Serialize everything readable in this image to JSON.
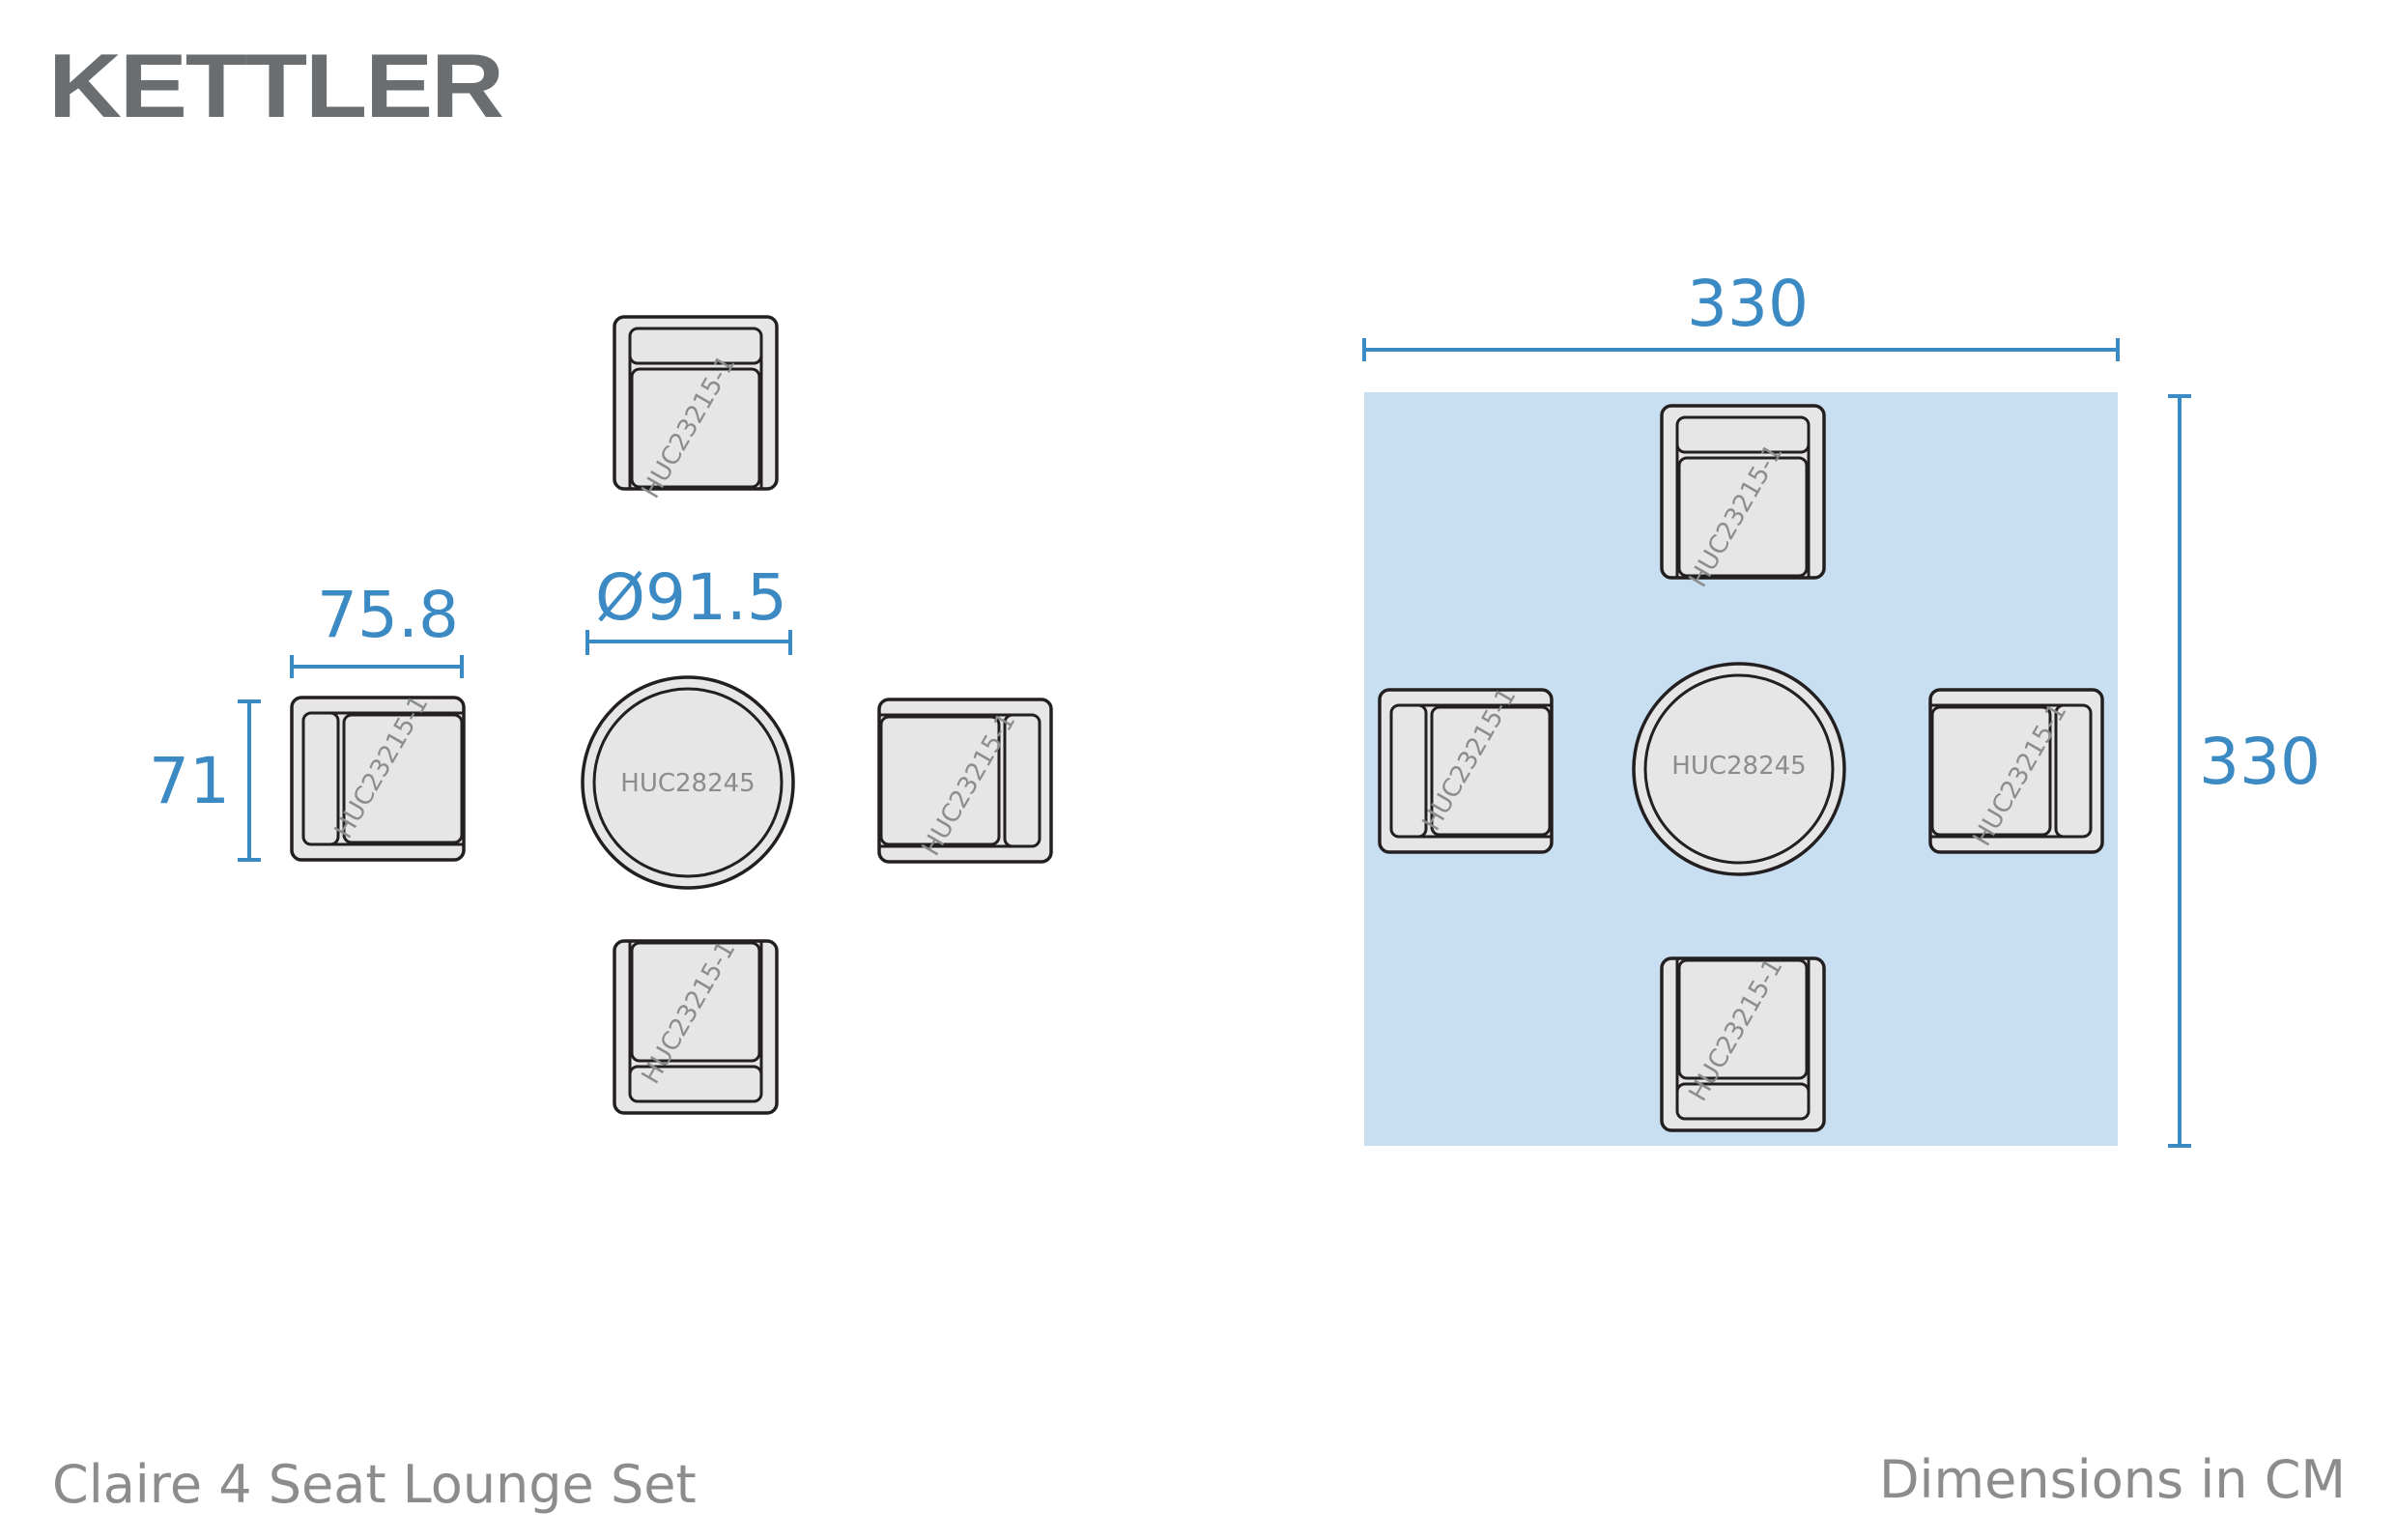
{
  "brand": "KETTLER",
  "product_name": "Claire 4 Seat Lounge Set",
  "units_note": "Dimensions in CM",
  "colors": {
    "dimension_blue": "#3c8ac4",
    "area_fill": "#c7dff1",
    "furniture_fill": "#e6e6e6",
    "furniture_stroke": "#231f20",
    "label_grey": "#8a8c8e"
  },
  "components": {
    "chair_code": "HUC23215-1",
    "table_code": "HUC28245"
  },
  "dimensions": {
    "chair_width": "75.8",
    "chair_depth": "71",
    "table_diameter": "Ø91.5",
    "set_width": "330",
    "set_depth": "330"
  }
}
